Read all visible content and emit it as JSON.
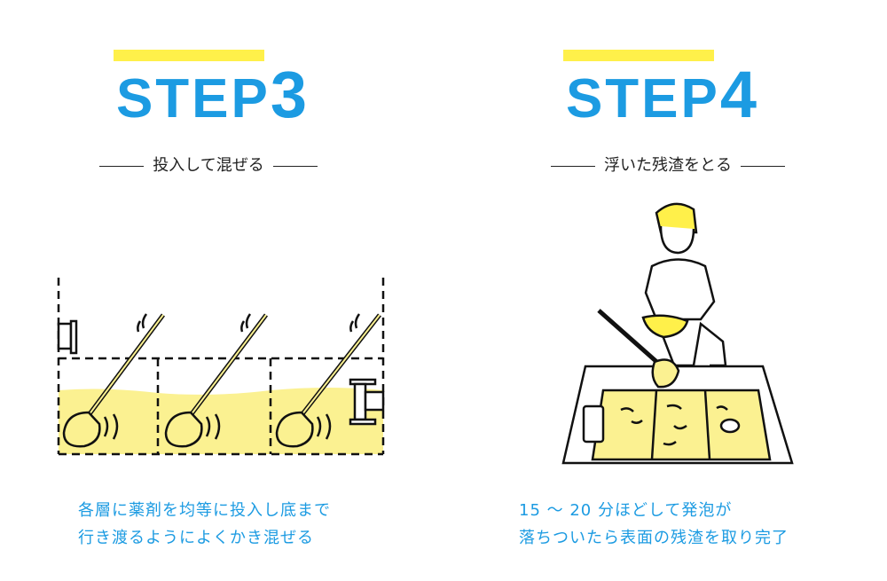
{
  "steps": [
    {
      "step_word": "STEP",
      "step_number": "3",
      "subtitle": "投入して混ぜる",
      "description": [
        "各層に薬剤を均等に投入し底まで",
        "行き渡るようによくかき混ぜる"
      ]
    },
    {
      "step_word": "STEP",
      "step_number": "4",
      "subtitle": "浮いた残渣をとる",
      "description": [
        "15 ～ 20 分ほどして発泡が",
        "落ちついたら表面の残渣を取り完了"
      ]
    }
  ],
  "colors": {
    "accent": "#1c9be2",
    "highlight": "#fff04a",
    "liquid": "#fbf191"
  }
}
